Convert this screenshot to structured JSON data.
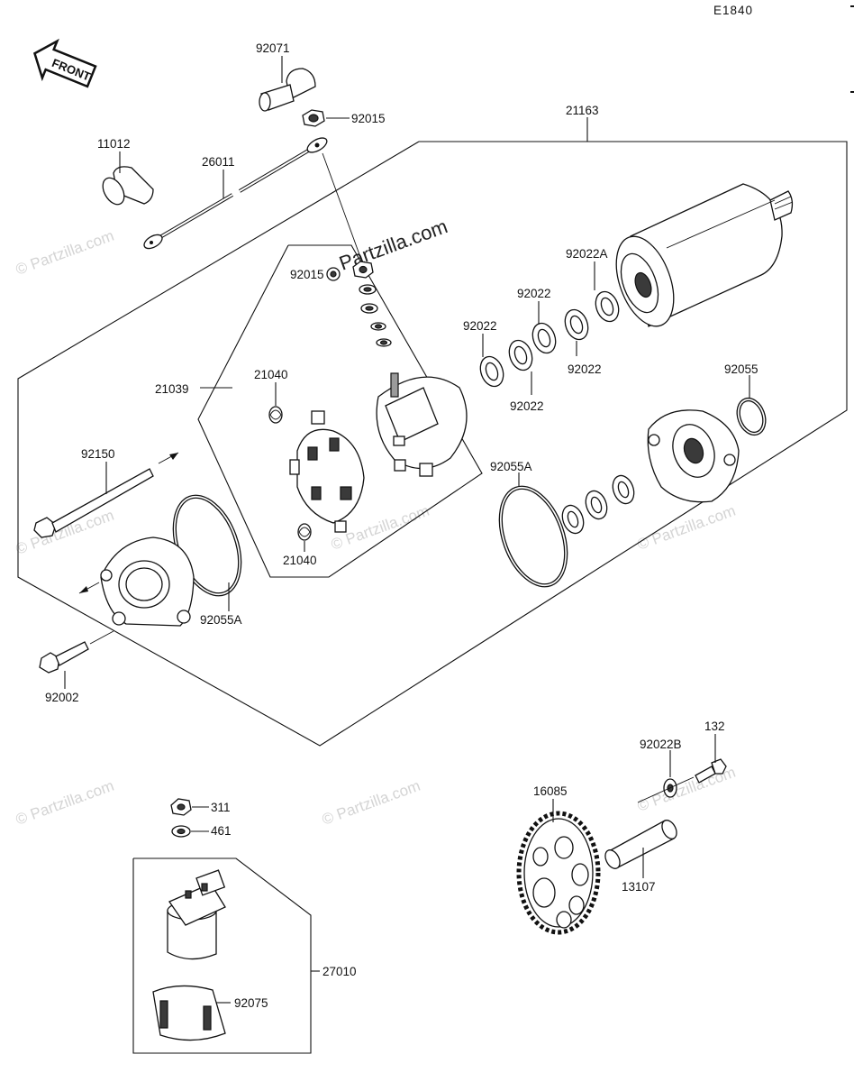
{
  "diagram": {
    "ref_code": "E1840",
    "front_label": "FRONT",
    "watermark_big": "Partzilla.com",
    "watermark_small": "© Partzilla.com",
    "callouts": {
      "p92071": "92071",
      "p92015": "92015",
      "p21163": "21163",
      "p11012": "11012",
      "p26011": "26011",
      "p92015b": "92015",
      "p92022a": "92022A",
      "p92022_1": "92022",
      "p92022_2": "92022",
      "p92022_3": "92022",
      "p92022_4": "92022",
      "p21039": "21039",
      "p21040a": "21040",
      "p92055": "92055",
      "p92150": "92150",
      "p92055a_right": "92055A",
      "p21040b": "21040",
      "p92055a_left": "92055A",
      "p92002": "92002",
      "p132": "132",
      "p92022b": "92022B",
      "p16085": "16085",
      "p311": "311",
      "p461": "461",
      "p13107": "13107",
      "p27010": "27010",
      "p92075": "92075"
    }
  }
}
